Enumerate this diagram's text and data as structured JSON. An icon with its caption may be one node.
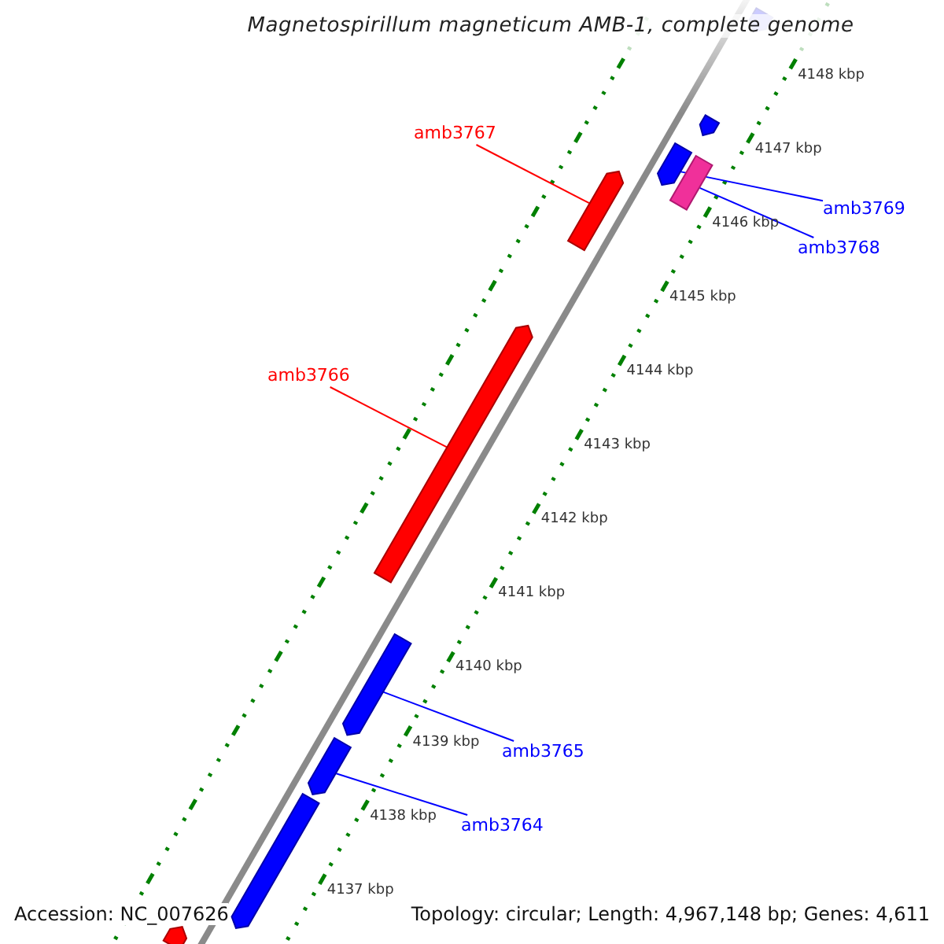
{
  "diagram": {
    "title": "Magnetospirillum magneticum AMB-1, complete genome",
    "nodes": [
      {
        "text": [
          "amb3767"
        ]
      },
      {
        "text": [],
        "shape": "bar"
      },
      {
        "text": [
          "amb3769"
        ]
      },
      {
        "text": [],
        "shape": "bar"
      },
      {
        "text": [
          "amb3768"
        ]
      },
      {
        "text": [],
        "shape": "bar"
      },
      {
        "text": [
          "amb3766"
        ]
      },
      {
        "text": [],
        "shape": "bar"
      },
      {
        "text": [
          "amb3765"
        ]
      },
      {
        "text": [],
        "shape": "bar"
      },
      {
        "text": [
          "amb3764"
        ]
      },
      {
        "text": [],
        "shape": "bar"
      }
    ],
    "edges": [
      {
        "from": 0,
        "to": 1,
        "arrow": "none",
        "color": "#ff0000"
      },
      {
        "from": 2,
        "to": 3,
        "arrow": "none"
      },
      {
        "from": 4,
        "to": 5,
        "arrow": "none"
      },
      {
        "from": 6,
        "to": 7,
        "arrow": "none",
        "color": "#ff0000"
      },
      {
        "from": 8,
        "to": 9,
        "arrow": "none"
      },
      {
        "from": 10,
        "to": 11,
        "arrow": "none"
      }
    ],
    "labels": [
      "4148 kbp",
      "4147 kbp",
      "4146 kbp",
      "4145 kbp",
      "4144 kbp",
      "4143 kbp",
      "4142 kbp",
      "4141 kbp",
      "4140 kbp",
      "4139 kbp",
      "4138 kbp",
      "4137 kbp",
      "Accession: NC_007626",
      "Topology: circular; Length: 4,967,148 bp; Genes: 4,611"
    ]
  }
}
